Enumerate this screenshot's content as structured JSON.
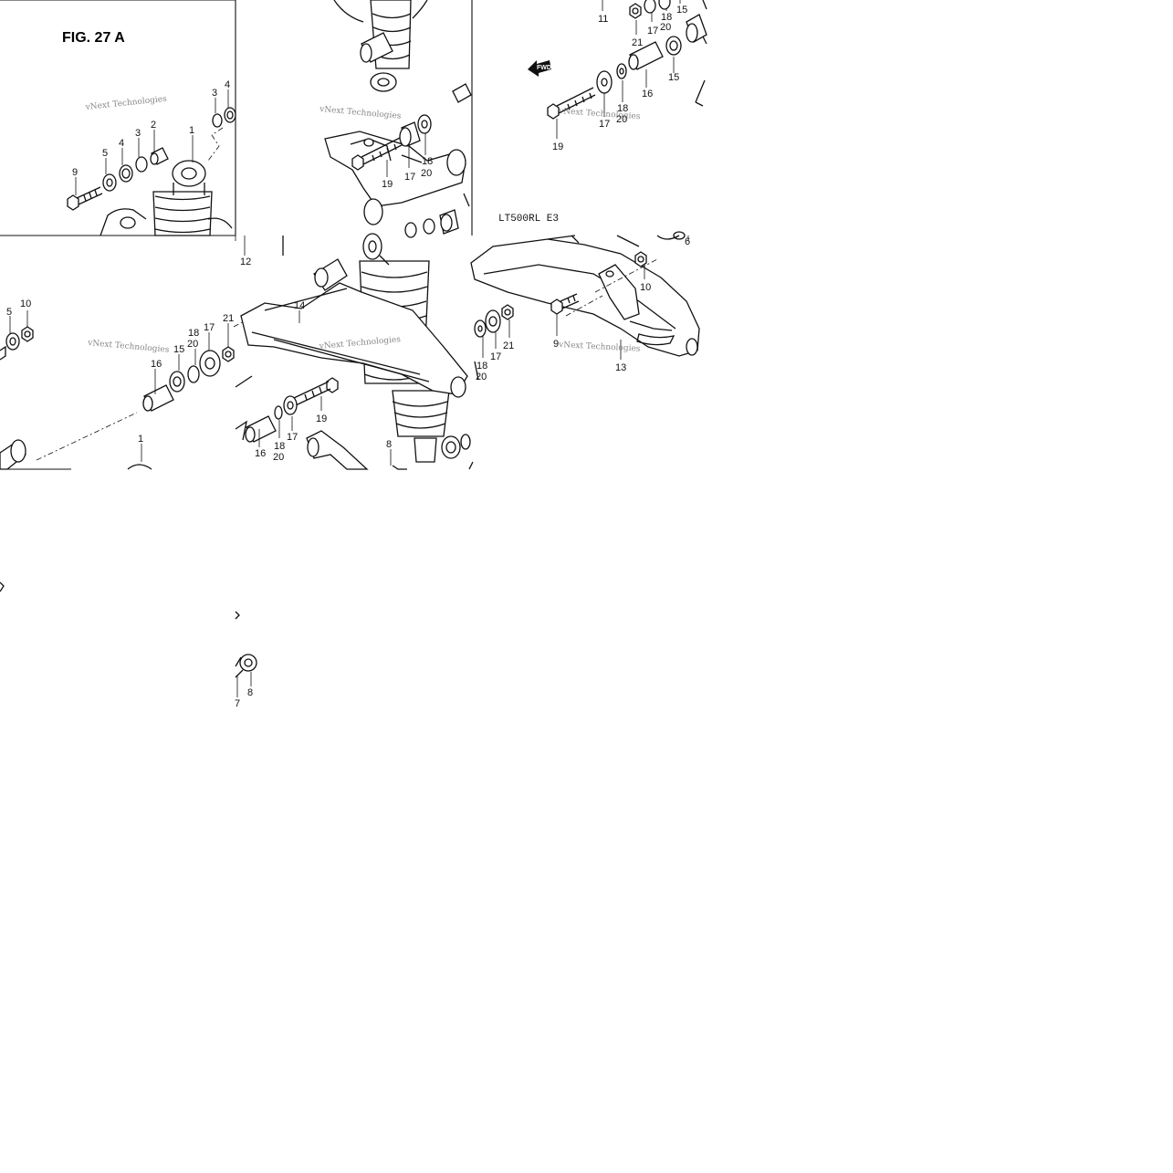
{
  "figure": {
    "title": "FIG. 27 A",
    "model_code": "LT500RL  E3",
    "watermark": "vNext Technologies",
    "direction_label": "FWD"
  },
  "inset_callouts": [
    "9",
    "5",
    "4",
    "3",
    "2",
    "1",
    "3",
    "4"
  ],
  "upper_middle_callouts": [
    "19",
    "17",
    "18",
    "20"
  ],
  "upper_right_callouts": [
    "11",
    "21",
    "17",
    "18",
    "20",
    "15",
    "15",
    "16",
    "18",
    "20",
    "17",
    "19"
  ],
  "left_callouts": [
    "12",
    "5",
    "10",
    "16",
    "15",
    "18",
    "20",
    "17",
    "21",
    "1"
  ],
  "center_callouts": [
    "14",
    "19",
    "16",
    "18",
    "20",
    "17",
    "8"
  ],
  "right_callouts": [
    "6",
    "10",
    "9",
    "18",
    "20",
    "17",
    "21",
    "13"
  ],
  "bottom_left_callouts": [
    "8",
    "7"
  ]
}
